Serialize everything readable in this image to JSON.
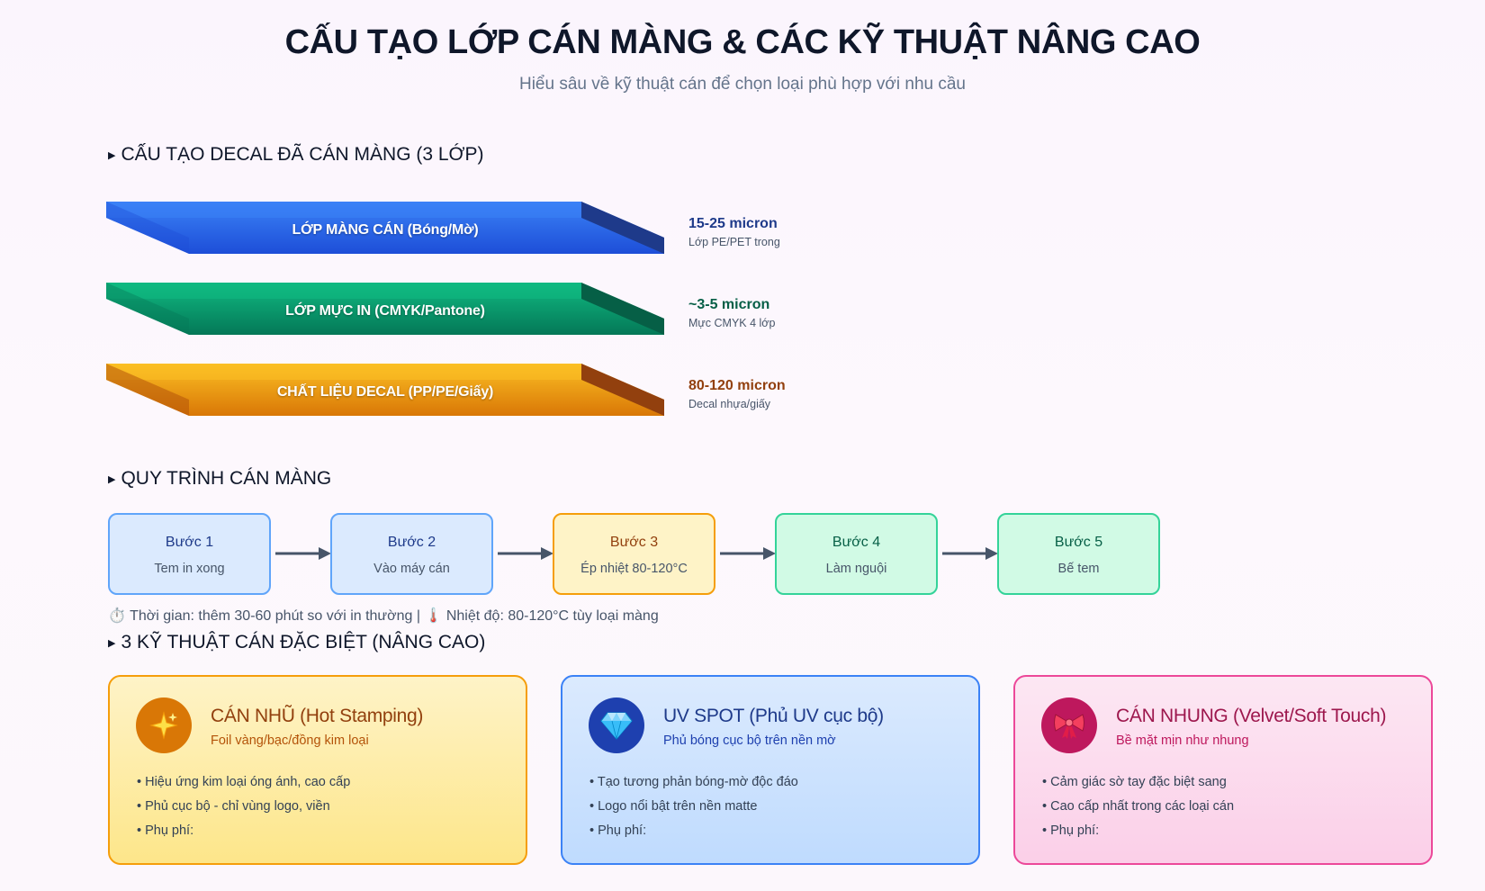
{
  "header": {
    "title": "CẤU TẠO LỚP CÁN MÀNG & CÁC KỸ THUẬT NÂNG CAO",
    "subtitle": "Hiểu sâu về kỹ thuật cán để chọn loại phù hợp với nhu cầu"
  },
  "section_layers": {
    "heading": "CẤU TẠO DECAL ĐÃ CÁN MÀNG (3 LỚP)",
    "layers": [
      {
        "label": "LỚP MÀNG CÁN (Bóng/Mờ)",
        "thickness": "15-25 micron",
        "desc": "Lớp PE/PET trong",
        "color": "#2563eb",
        "accent": "#1e3a8a"
      },
      {
        "label": "LỚP MỰC IN (CMYK/Pantone)",
        "thickness": "~3-5 micron",
        "desc": "Mực CMYK 4 lớp",
        "color": "#059669",
        "accent": "#065f46"
      },
      {
        "label": "CHẤT LIỆU DECAL (PP/PE/Giấy)",
        "thickness": "80-120 micron",
        "desc": "Decal nhựa/giấy",
        "color": "#f59e0b",
        "accent": "#92400e"
      }
    ]
  },
  "section_process": {
    "heading": "QUY TRÌNH CÁN MÀNG",
    "steps": [
      {
        "title": "Bước 1",
        "desc": "Tem in xong"
      },
      {
        "title": "Bước 2",
        "desc": "Vào máy cán"
      },
      {
        "title": "Bước 3",
        "desc": "Ép nhiệt 80-120°C"
      },
      {
        "title": "Bước 4",
        "desc": "Làm nguội"
      },
      {
        "title": "Bước 5",
        "desc": "Bế tem"
      }
    ],
    "note": "⏱️ Thời gian: thêm 30-60 phút so với in thường | 🌡️ Nhiệt độ: 80-120°C tùy loại màng"
  },
  "section_techniques": {
    "heading": "3 KỸ THUẬT CÁN ĐẶC BIỆT (NÂNG CAO)",
    "cards": [
      {
        "icon": "sparkles-icon",
        "emoji": "✨",
        "title": "CÁN NHŨ (Hot Stamping)",
        "subtitle": "Foil vàng/bạc/đồng kim loại",
        "bullets": [
          "• Hiệu ứng kim loại óng ánh, cao cấp",
          "• Phủ cục bộ - chỉ vùng logo, viền",
          "• Phụ phí:"
        ]
      },
      {
        "icon": "diamond-icon",
        "emoji": "💎",
        "title": "UV SPOT (Phủ UV cục bộ)",
        "subtitle": "Phủ bóng cục bộ trên nền mờ",
        "bullets": [
          "• Tạo tương phản bóng-mờ độc đáo",
          "• Logo nổi bật trên nền matte",
          "• Phụ phí:"
        ]
      },
      {
        "icon": "ribbon-icon",
        "emoji": "🎀",
        "title": "CÁN NHUNG (Velvet/Soft Touch)",
        "subtitle": "Bề mặt mịn như nhung",
        "bullets": [
          "• Cảm giác sờ tay đặc biệt sang",
          "• Cao cấp nhất trong các loại cán",
          "• Phụ phí:"
        ]
      }
    ]
  }
}
